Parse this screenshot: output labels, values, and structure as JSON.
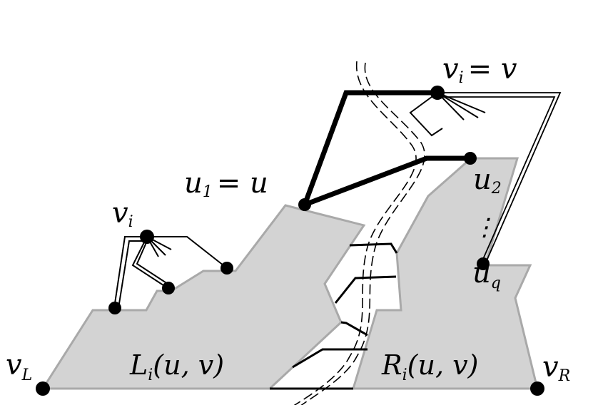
{
  "labels": {
    "vL": "v",
    "vL_sub": "L",
    "vR": "v",
    "vR_sub": "R",
    "vi_top": "v",
    "vi_top_sub": "i",
    "vi_top_eq": "= v",
    "vi_left": "v",
    "vi_left_sub": "i",
    "u1": "u",
    "u1_sub": "1",
    "u1_eq": "= u",
    "u2": "u",
    "u2_sub": "2",
    "uq": "u",
    "uq_sub": "q",
    "dots": "⋮",
    "Li": "L",
    "Li_sub": "i",
    "Li_args": "(u, v)",
    "Ri": "R",
    "Ri_sub": "i",
    "Ri_args": "(u, v)"
  },
  "colors": {
    "region_fill": "#d3d3d3",
    "region_stroke": "#a9a9a9",
    "ink": "#000000"
  }
}
